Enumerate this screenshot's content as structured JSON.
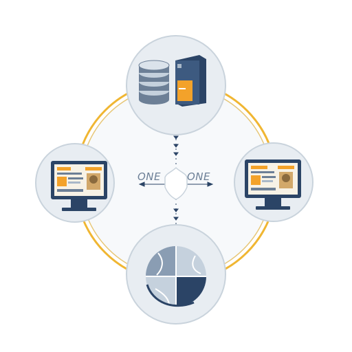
{
  "labels": {
    "left": "ONE",
    "right": "ONE"
  },
  "nodes": [
    {
      "id": "server",
      "icon": "database-server-icon"
    },
    {
      "id": "monitor-left",
      "icon": "monitor-icon"
    },
    {
      "id": "monitor-right",
      "icon": "monitor-icon"
    },
    {
      "id": "globe",
      "icon": "globe-icon"
    }
  ],
  "colors": {
    "ring_outer": "#f0b632",
    "ring_inner": "#e6c77a",
    "node_fill": "#e8edf2",
    "node_stroke": "#c9d3dc",
    "navy": "#2b4466",
    "slate": "#6c7f96",
    "light_slate": "#a9b8c8",
    "accent": "#f3a22a",
    "text": "#6c7f96"
  }
}
